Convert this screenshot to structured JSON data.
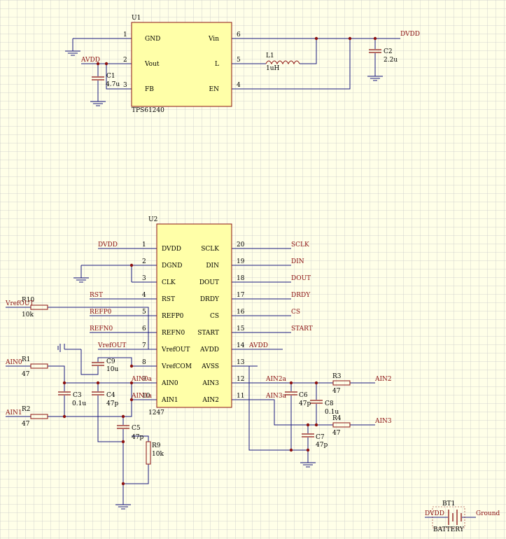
{
  "colors": {
    "background": "#ffffe8",
    "grid": "#c8c8c8",
    "wire": "#1a1a80",
    "component": "#8b1010",
    "chip_fill": "#ffffa8",
    "pin_text": "#000000",
    "net_label": "#8b1010",
    "value_text": "#1a1a80",
    "junction": "#8b1010"
  },
  "u1": {
    "designator": "U1",
    "part": "TPS61240",
    "pins_left": [
      {
        "num": "1",
        "name": "GND"
      },
      {
        "num": "2",
        "name": "Vout"
      },
      {
        "num": "3",
        "name": "FB"
      }
    ],
    "pins_right": [
      {
        "num": "6",
        "name": "Vin"
      },
      {
        "num": "5",
        "name": "L"
      },
      {
        "num": "4",
        "name": "EN"
      }
    ]
  },
  "u2": {
    "designator": "U2",
    "part": "1247",
    "pins_left": [
      {
        "num": "1",
        "name": "DVDD"
      },
      {
        "num": "2",
        "name": "DGND"
      },
      {
        "num": "3",
        "name": "CLK"
      },
      {
        "num": "4",
        "name": "RST"
      },
      {
        "num": "5",
        "name": "REFP0"
      },
      {
        "num": "6",
        "name": "REFN0"
      },
      {
        "num": "7",
        "name": "VrefOUT"
      },
      {
        "num": "8",
        "name": "VrefCOM"
      },
      {
        "num": "9",
        "name": "AIN0"
      },
      {
        "num": "10",
        "name": "AIN1"
      }
    ],
    "pins_right": [
      {
        "num": "20",
        "name": "SCLK"
      },
      {
        "num": "19",
        "name": "DIN"
      },
      {
        "num": "18",
        "name": "DOUT"
      },
      {
        "num": "17",
        "name": "DRDY"
      },
      {
        "num": "16",
        "name": "CS"
      },
      {
        "num": "15",
        "name": "START"
      },
      {
        "num": "14",
        "name": "AVDD"
      },
      {
        "num": "13",
        "name": "AVSS"
      },
      {
        "num": "12",
        "name": "AIN3"
      },
      {
        "num": "11",
        "name": "AIN2"
      }
    ]
  },
  "components": {
    "L1": {
      "ref": "L1",
      "value": "1uH"
    },
    "C1": {
      "ref": "C1",
      "value": "4.7u"
    },
    "C2": {
      "ref": "C2",
      "value": "2.2u"
    },
    "C3": {
      "ref": "C3",
      "value": "0.1u"
    },
    "C4": {
      "ref": "C4",
      "value": "47p"
    },
    "C5": {
      "ref": "C5",
      "value": "47p"
    },
    "C6": {
      "ref": "C6",
      "value": "47p"
    },
    "C7": {
      "ref": "C7",
      "value": "47p"
    },
    "C8": {
      "ref": "C8",
      "value": "0.1u"
    },
    "C9": {
      "ref": "C9",
      "value": "10u"
    },
    "R1": {
      "ref": "R1",
      "value": "47"
    },
    "R2": {
      "ref": "R2",
      "value": "47"
    },
    "R3": {
      "ref": "R3",
      "value": "47"
    },
    "R4": {
      "ref": "R4",
      "value": "47"
    },
    "R9": {
      "ref": "R9",
      "value": "10k"
    },
    "R10": {
      "ref": "R10",
      "value": "10k"
    },
    "BT1": {
      "ref": "BT1",
      "value": "BATTERY"
    }
  },
  "nets": {
    "dvdd_top": "DVDD",
    "avdd_top": "AVDD",
    "dvdd_u2": "DVDD",
    "rst": "RST",
    "refp0": "REFP0",
    "refn0": "REFN0",
    "vrefout_left": "VrefOUT",
    "vrefout_c9": "VrefOUT",
    "sclk": "SCLK",
    "din": "DIN",
    "dout": "DOUT",
    "drdy": "DRDY",
    "cs": "CS",
    "start": "START",
    "avdd_u2": "AVDD",
    "ain0_in": "AIN0",
    "ain1_in": "AIN1",
    "ain2_out": "AIN2",
    "ain3_out": "AIN3",
    "ain0a": "AIN0a",
    "ain1a": "AIN1a",
    "ain2a": "AIN2a",
    "ain3a": "AIN3a",
    "battery_left": "DVDD",
    "battery_right": "Ground"
  }
}
